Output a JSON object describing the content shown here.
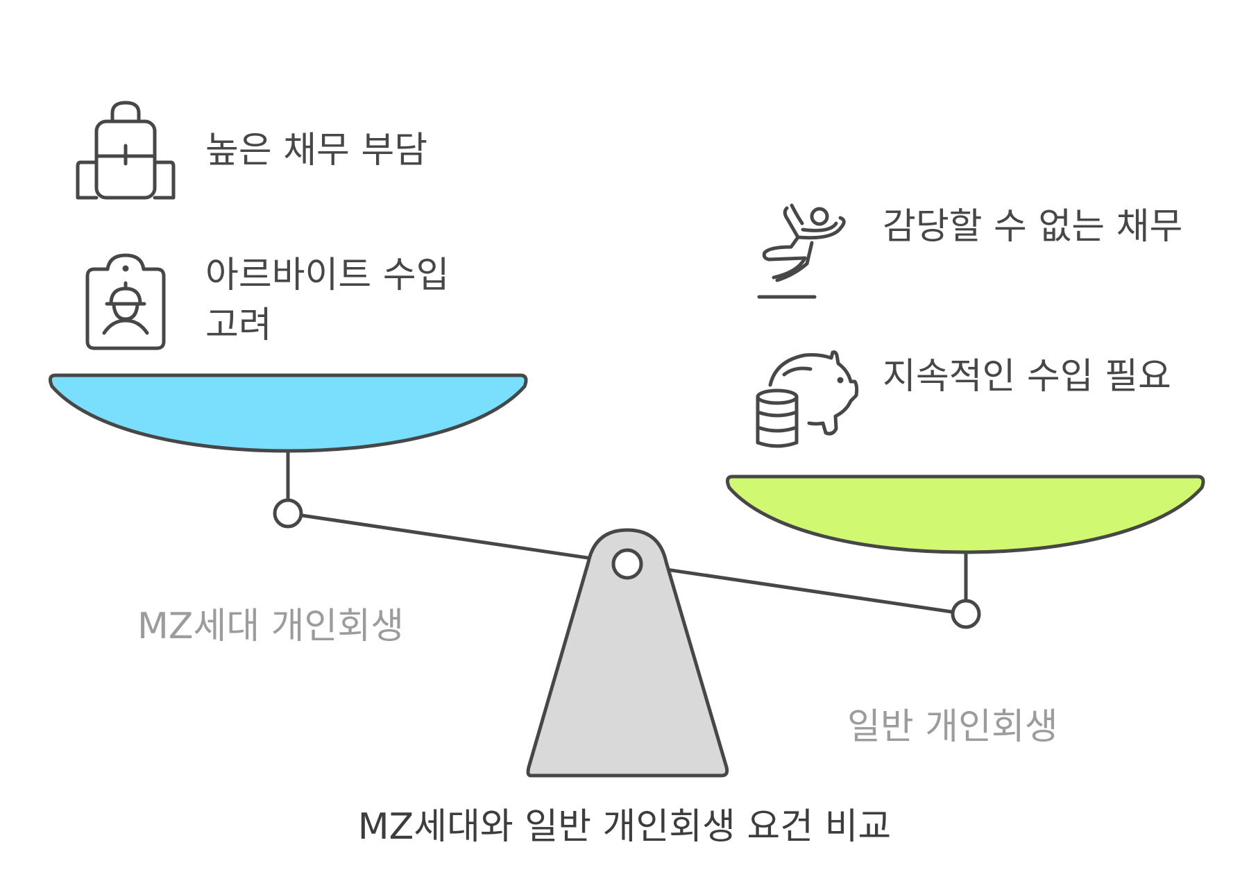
{
  "title": "MZ세대와 일반 개인회생 요건 비교",
  "left_side": {
    "label": "MZ세대 개인회생",
    "pan_color": "#7ADFFC",
    "items": [
      {
        "icon": "backpack-icon",
        "text": "높은 채무 부담"
      },
      {
        "icon": "worker-badge-icon",
        "text": "아르바이트 수입 고려"
      }
    ]
  },
  "right_side": {
    "label": "일반 개인회생",
    "pan_color": "#D0F871",
    "items": [
      {
        "icon": "falling-person-icon",
        "text": "감당할 수 없는 채무"
      },
      {
        "icon": "piggy-bank-coins-icon",
        "text": "지속적인 수입 필요"
      }
    ]
  },
  "colors": {
    "outline": "#474747",
    "fulcrum": "#D9D9D9",
    "label_muted": "#9C9C9C",
    "text_dark": "#474747"
  }
}
